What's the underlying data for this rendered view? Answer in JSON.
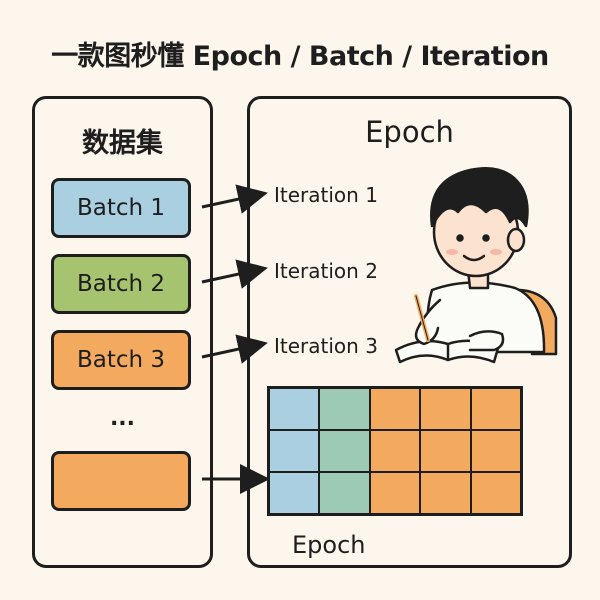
{
  "title": "一款图秒懂 Epoch / Batch / Iteration",
  "dataset": {
    "title": "数据集",
    "batches": [
      {
        "label": "Batch 1",
        "color": "#a9cfe0"
      },
      {
        "label": "Batch 2",
        "color": "#a6c46f"
      },
      {
        "label": "Batch 3",
        "color": "#f4aa5e"
      },
      {
        "label": "",
        "color": "#f4aa5e"
      }
    ],
    "ellipsis": "..."
  },
  "epoch": {
    "title": "Epoch",
    "iterations": [
      "Iteration 1",
      "Iteration 2",
      "Iteration 3"
    ],
    "footer": "Epoch",
    "grid_colors": [
      [
        "#a9cfe0",
        "#9ccab4",
        "#f4aa5e",
        "#f4aa5e",
        "#f4aa5e"
      ],
      [
        "#a9cfe0",
        "#9ccab4",
        "#f4aa5e",
        "#f4aa5e",
        "#f4aa5e"
      ],
      [
        "#a9cfe0",
        "#9ccab4",
        "#f4aa5e",
        "#f4aa5e",
        "#f4aa5e"
      ]
    ]
  },
  "colors": {
    "background": "#fdf6ec",
    "line": "#1e1e1e"
  },
  "icons": [
    "child-studying-illustration"
  ]
}
